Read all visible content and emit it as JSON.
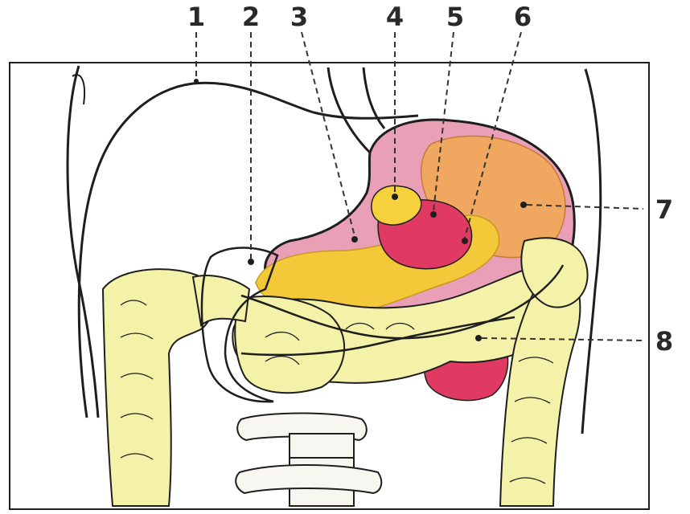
{
  "colors": {
    "background": "#ffffff",
    "outline": "#1e1e1e",
    "leader": "#333333",
    "colon_fill": "#f4f2a8",
    "colon_shade": "#d8db6e",
    "stomach_fill": "#e9a0b6",
    "pancreas_fill": "#f3c93a",
    "spleen_fill": "#f0a860",
    "kidney_fill": "#e03a62",
    "node_fill": "#f5d23c",
    "vertebra_fill": "#f7f6f0"
  },
  "labels": [
    {
      "id": "1",
      "text": "1"
    },
    {
      "id": "2",
      "text": "2"
    },
    {
      "id": "3",
      "text": "3"
    },
    {
      "id": "4",
      "text": "4"
    },
    {
      "id": "5",
      "text": "5"
    },
    {
      "id": "6",
      "text": "6"
    },
    {
      "id": "7",
      "text": "7"
    },
    {
      "id": "8",
      "text": "8"
    }
  ]
}
